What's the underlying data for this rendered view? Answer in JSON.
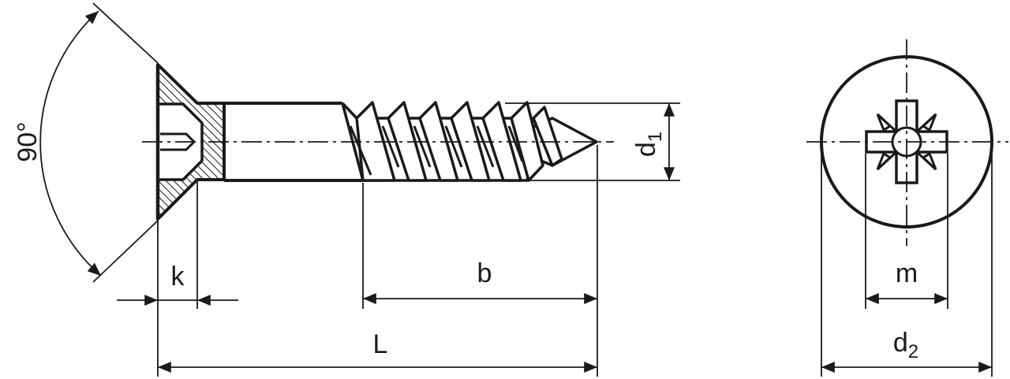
{
  "diagram": {
    "labels": {
      "angle": "90°",
      "k": "k",
      "b": "b",
      "L": "L",
      "d1_main": "d",
      "d1_sub": "1",
      "m": "m",
      "d2_main": "d",
      "d2_sub": "2"
    },
    "colors": {
      "ink": "#1a1a1a",
      "background": "#ffffff"
    }
  }
}
